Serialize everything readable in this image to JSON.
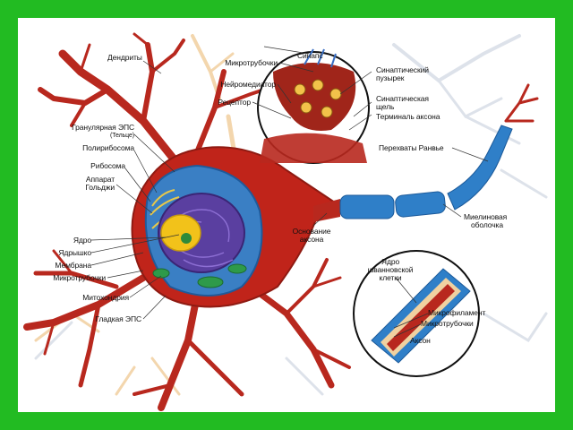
{
  "colors": {
    "frame": "#22bb22",
    "cell_body": "#c0241a",
    "cytoplasm_blue": "#3a7fc4",
    "nucleus": "#5a3fa0",
    "nucleolus": "#f2c21a",
    "myelin": "#2f7fc8",
    "faded_neuron": "#e0e4ea"
  },
  "labels": {
    "dendrites": "Дендриты",
    "rough_er": "Гранулярная ЭПС",
    "rough_er_sub": "(Тельце)",
    "polyribosomes": "Полирибосома",
    "ribosomes": "Рибосома",
    "golgi_1": "Аппарат",
    "golgi_2": "Гольджи",
    "nucleus": "Ядро",
    "nucleolus": "Ядрышко",
    "membrane": "Мембрана",
    "microtubules_left": "Микротрубочки",
    "mitochondria": "Митохондрия",
    "smooth_er": "Гладкая ЭПС",
    "synapse": "Синапс",
    "microtubules_top": "Микротрубочки",
    "neurotransmitter": "Нейромедиатор",
    "receptor": "Рецептор",
    "synaptic_vesicles_1": "Синаптический",
    "synaptic_vesicles_2": "пузырек",
    "synaptic_cleft_1": "Синаптическая",
    "synaptic_cleft_2": "щель",
    "axon_terminal": "Терминаль аксона",
    "nodes_ranvier": "Перехваты Ранвье",
    "axon_hillock_1": "Основание",
    "axon_hillock_2": "аксона",
    "myelin_1": "Миелиновая",
    "myelin_2": "оболочка",
    "schwann_1": "Ядро",
    "schwann_2": "шванновской",
    "schwann_3": "клетки",
    "microfilament": "Микрофиламент",
    "microtubules_inset": "Микротрубочки",
    "axon": "Аксон"
  }
}
